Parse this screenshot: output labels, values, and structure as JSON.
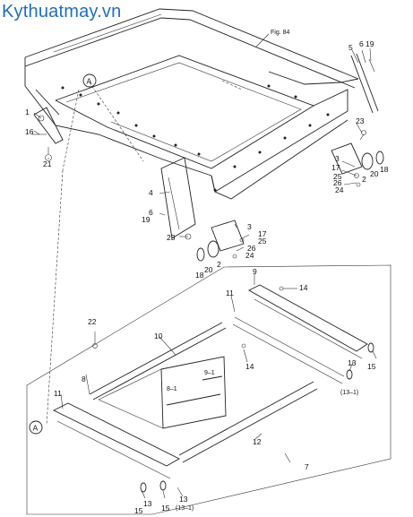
{
  "watermark": "Kythuatmay.vn",
  "figure_ref": "Fig. 84",
  "circle_ref": "A",
  "callouts": {
    "c1": "1",
    "c16": "16",
    "c21": "21",
    "c5": "5",
    "c6": "6",
    "c19a": "19",
    "c23a": "23",
    "c3a": "3",
    "c17a": "17",
    "c25a": "25",
    "c2a": "2",
    "c20a": "20",
    "c18a": "18",
    "c26a": "26",
    "c24a": "24",
    "c4": "4",
    "c6b": "6",
    "c19b": "19",
    "c23b": "23",
    "c3b": "3",
    "c17b": "17",
    "c25b": "25",
    "c26b": "26",
    "c24b": "24",
    "c18b": "18",
    "c20b": "20",
    "c2b": "2",
    "c9": "9",
    "c14a": "14",
    "c11a": "11",
    "c22": "22",
    "c10": "10",
    "c14b": "14",
    "c9_1": "9–1",
    "c8_1": "8–1",
    "c8": "8",
    "c11b": "11",
    "c13a": "13",
    "c13_1a": "(13–1)",
    "c15a": "15",
    "c12": "12",
    "c7": "7",
    "c13b": "13",
    "c15b": "15",
    "c15c": "15",
    "c13c": "13",
    "c13_1b": "(13–1)"
  }
}
